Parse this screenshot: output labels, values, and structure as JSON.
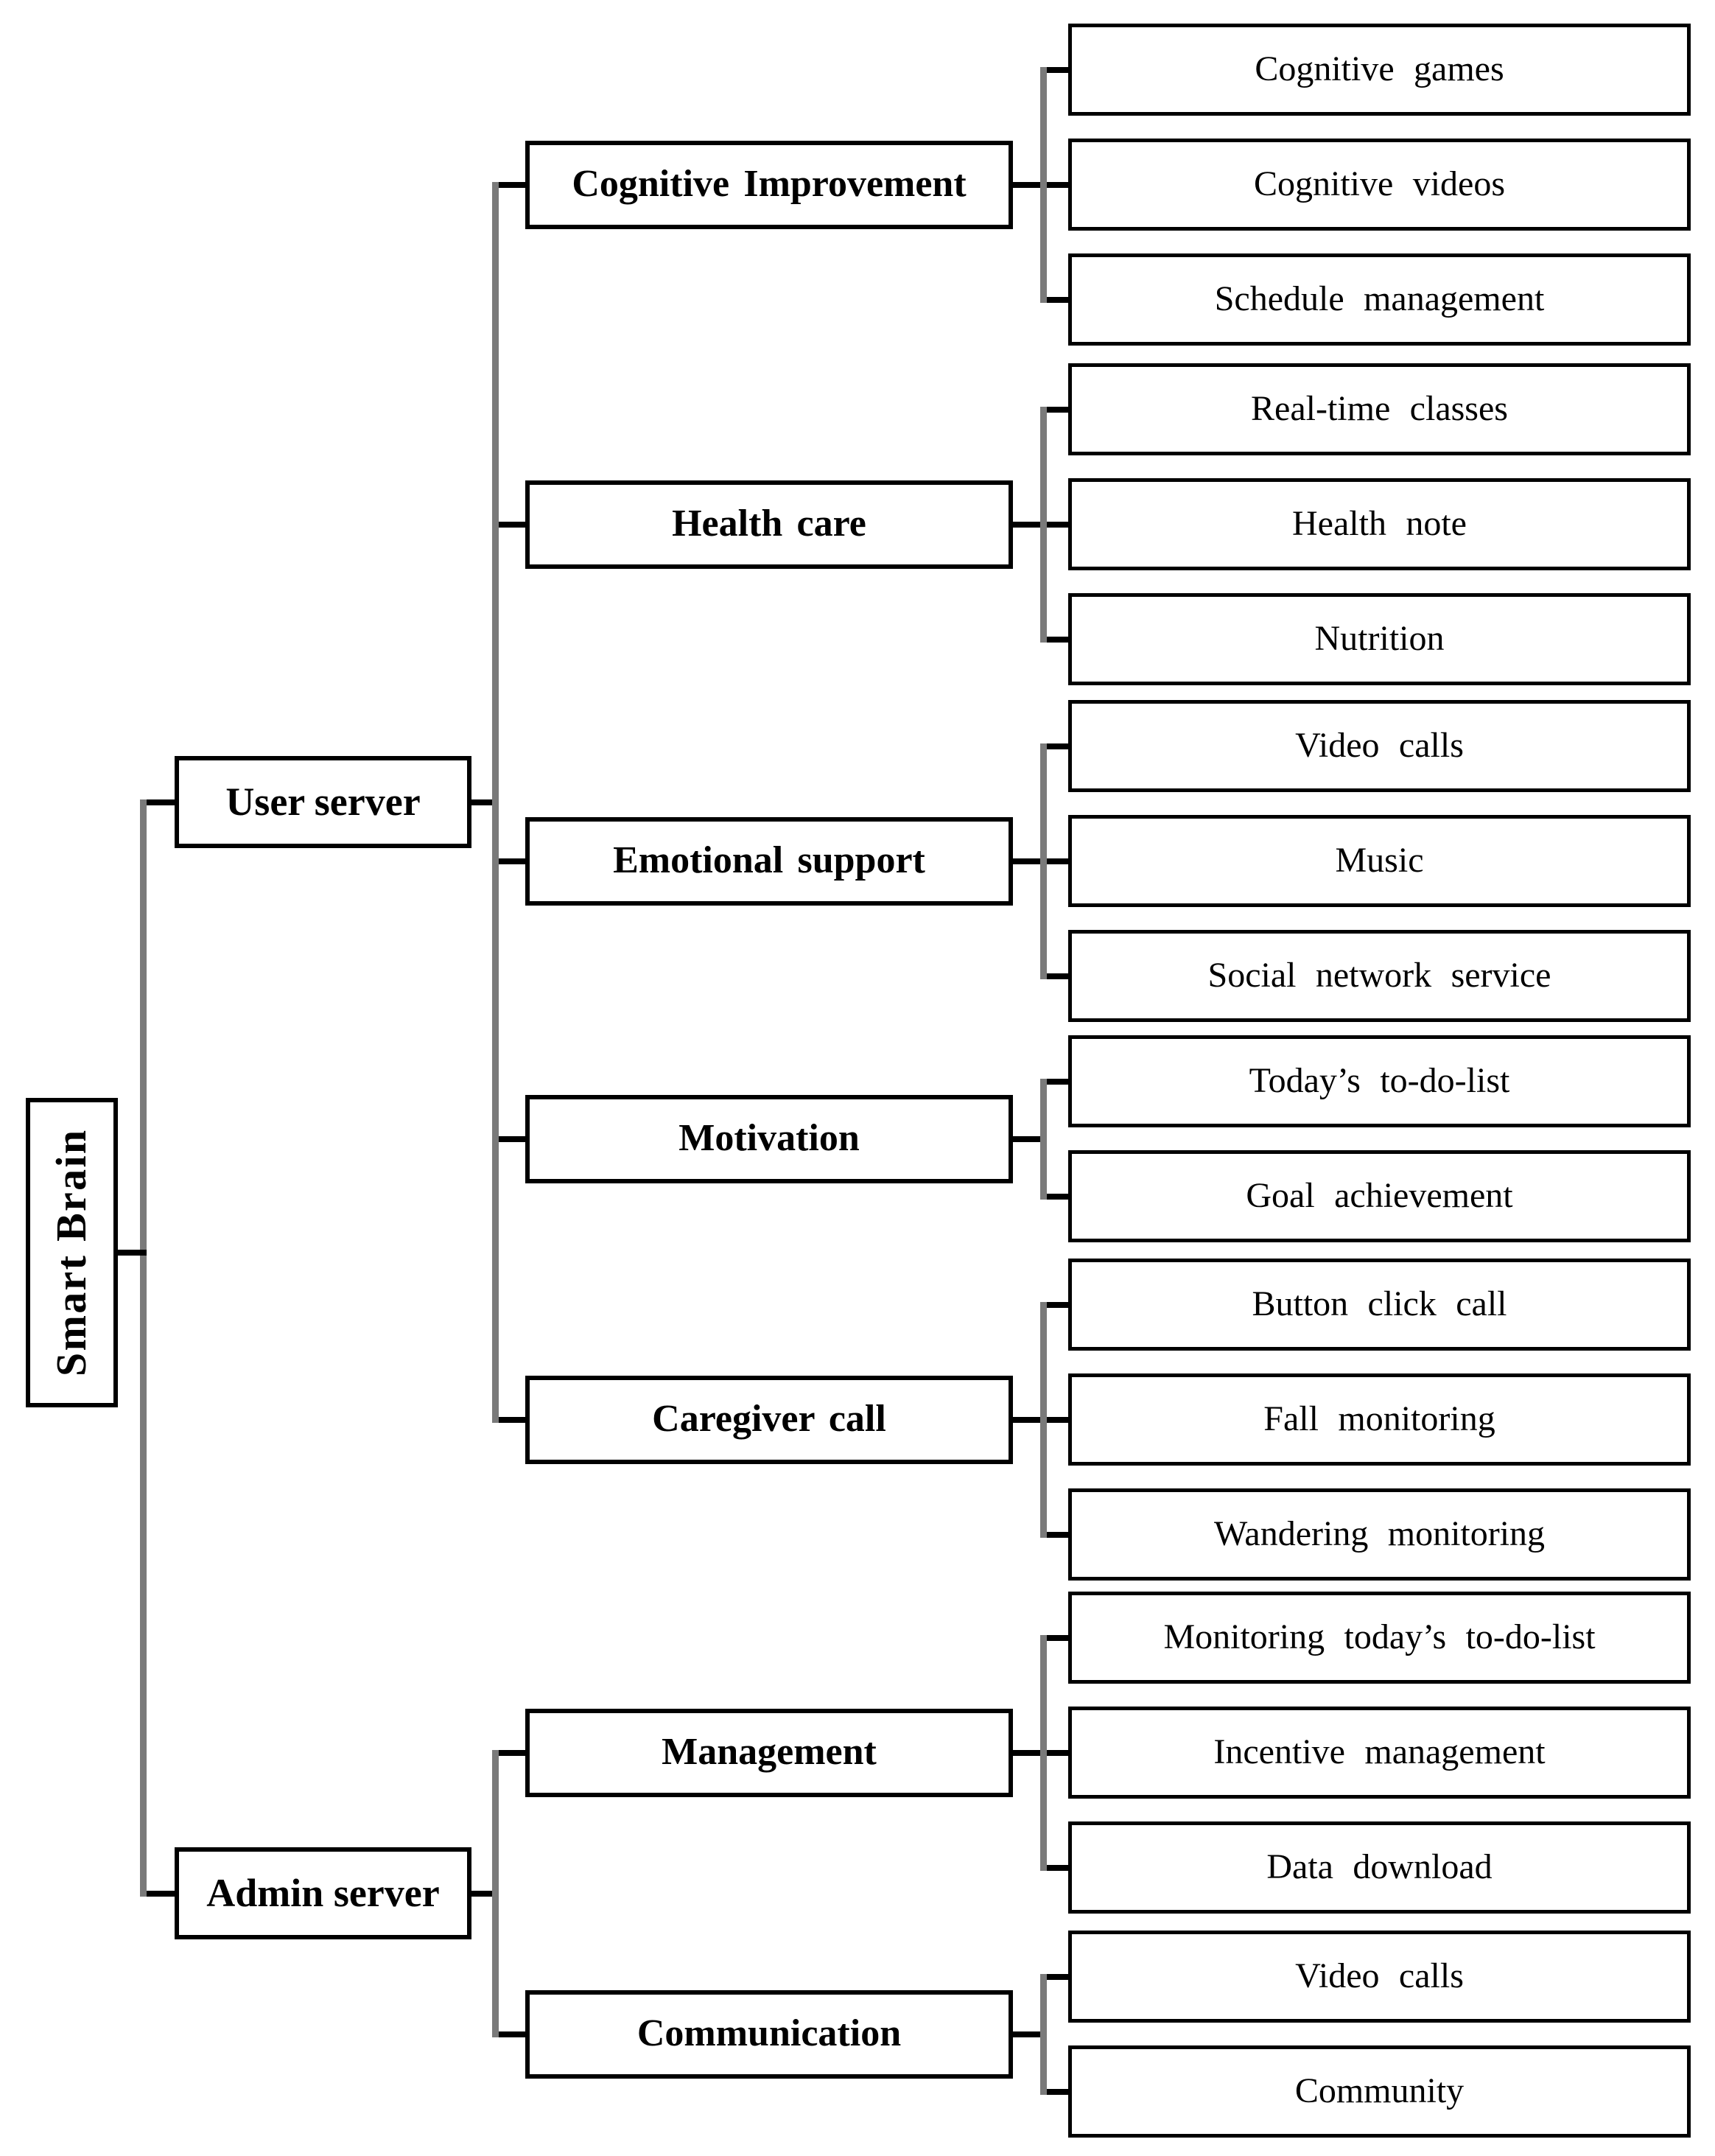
{
  "title": "Smart Brain",
  "colors": {
    "background": "#ffffff",
    "box_border": "#000000",
    "spine_line": "#7a7a7a",
    "stub_line": "#000000",
    "text": "#000000"
  },
  "tree": {
    "root": {
      "label": "Smart Brain"
    },
    "servers": [
      {
        "label": "User server",
        "groups": [
          {
            "label": "Cognitive Improvement",
            "children": [
              "Cognitive games",
              "Cognitive videos",
              "Schedule management"
            ]
          },
          {
            "label": "Health care",
            "children": [
              "Real-time classes",
              "Health note",
              "Nutrition"
            ]
          },
          {
            "label": "Emotional support",
            "children": [
              "Video calls",
              "Music",
              "Social network service"
            ]
          },
          {
            "label": "Motivation",
            "children": [
              "Today’s to-do-list",
              "Goal achievement"
            ]
          },
          {
            "label": "Caregiver call",
            "children": [
              "Button click call",
              "Fall monitoring",
              "Wandering monitoring"
            ]
          }
        ]
      },
      {
        "label": "Admin server",
        "groups": [
          {
            "label": "Management",
            "children": [
              "Monitoring today’s to-do-list",
              "Incentive management",
              "Data download"
            ]
          },
          {
            "label": "Communication",
            "children": [
              "Video calls",
              "Community"
            ]
          }
        ]
      }
    ]
  }
}
